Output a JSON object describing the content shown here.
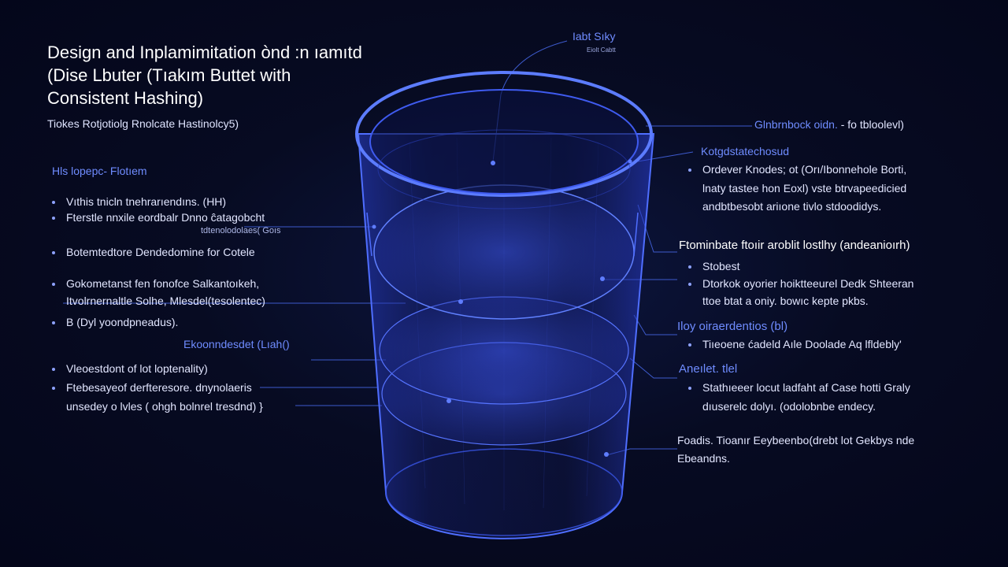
{
  "title": {
    "line1": "Design and Inplamimitation ònd :n ıamıtd",
    "line2": "(Dise Lbuter (Tıakım Buttet with",
    "line3": "Consistent Hashing)"
  },
  "subtitle": "Tiokes Rotjotiolg Rnolcate Hastinolcy5)",
  "top_callout": {
    "label": "Iabt Sıky",
    "sub": "Eiolt Cabtt"
  },
  "left": {
    "heading": "Hls lopepc- Flotıem",
    "items": [
      "Vıthis tnicln tnehrarıendıns. (HH)",
      "Fterstle nnxile eordbalr Dnno ĉatagobcht",
      "Botemtedtore Dendedomine for Cotele",
      "Gokometanst fen fonofce Salkantoıkeh,",
      "B (Dyl yoondpneadus)."
    ],
    "sub_a": "tdtenolodolaes( Goıs",
    "item3_line2": "Itvolrnernaltle Solhe, Mlesdel(tesolentec)",
    "mid_heading": "Ekoonndesdet (Lıah()",
    "items2": [
      "Vleoestdont of lot loptenality)",
      "Ftebesayeof derfteresore. dnynolaeris"
    ],
    "item5_line2": "unsedey o lvles ( ohgh bolnrel tresdnd) }"
  },
  "right": {
    "r1_heading": "Glnbrnbock oidn.",
    "r1_suffix": "- fo tbloolevl)",
    "r2_heading": "Kotgdstatechosud",
    "r2_lines": [
      "Ordever Knodes; ot (Orı/Ibonnehole Borti,",
      "lnaty tastee hon Eoxl) vste btrvapeedicied",
      "andbtbesobt ariıone tivlo stdoodidys."
    ],
    "r3_heading": "Ftominbate ftoıir aroblit lostlhy (andeanioırh)",
    "r3_items": [
      "Stobest",
      "Dtorkok oyorier hoiktteeurel Dedk Shteeran"
    ],
    "r3_line3": "ttoe btat a oniy. bowıc kepte pkbs.",
    "r4_heading": "Iloy oiraerdentios (bl)",
    "r4_item": "Tiıeoene ćadeld Aıle Doolade Aq lfldebly'",
    "r5_heading": "Aneılet. tlel",
    "r5_lines": [
      "Stathıeeer locut ladfaht af Case hotti Graly",
      "dıuserelc dolyı. (odolobnbe endecy."
    ],
    "r6_lines": [
      "Foadis. Tioanır Eeybeenbo(drebt lot Gekbys nde",
      "Ebeandns."
    ]
  },
  "colors": {
    "background": "#050820",
    "accent": "#4a6cff",
    "cylinder_edge": "#5b7cff",
    "callout_line": "#3d5acc"
  }
}
